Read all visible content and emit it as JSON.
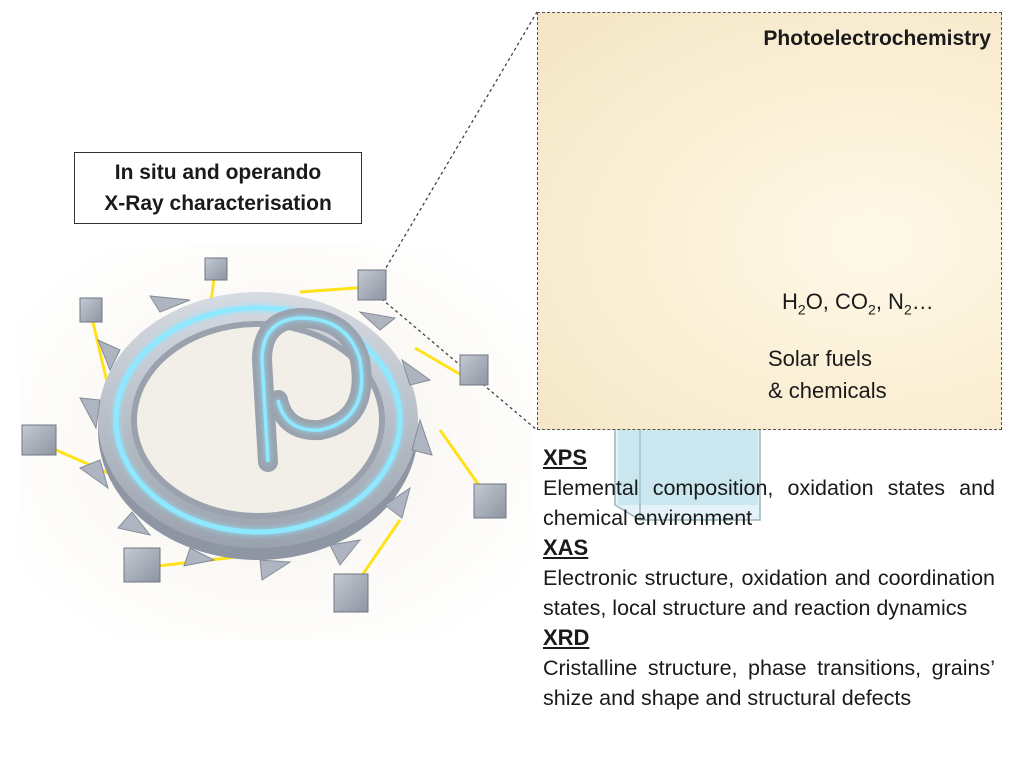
{
  "title": {
    "line1": "In situ and operando",
    "line2": "X-Ray characterisation"
  },
  "panel": {
    "title": "Photoelectrochemistry",
    "reactants": {
      "h2o": "H",
      "h2o_sub": "2",
      "h2o_end": "O, CO",
      "co2_sub": "2",
      "n2": ", N",
      "n2_sub": "2",
      "tail": "…"
    },
    "products": {
      "line1": "Solar fuels",
      "line2": "& chemicals"
    }
  },
  "methods": [
    {
      "name": "XPS",
      "description": "Elemental composition, oxidation states and chemical environment"
    },
    {
      "name": "XAS",
      "description": "Electronic structure, oxidation and coordination states, local structure and reaction dynamics"
    },
    {
      "name": "XRD",
      "description": "Cristalline structure, phase transitions, grains’ shize and shape and structural defects"
    }
  ],
  "colors": {
    "beam": "#8ee8ff",
    "beamline": "#ffe21a",
    "arrow": "#1aa845",
    "ring": "#b9c0cc"
  }
}
